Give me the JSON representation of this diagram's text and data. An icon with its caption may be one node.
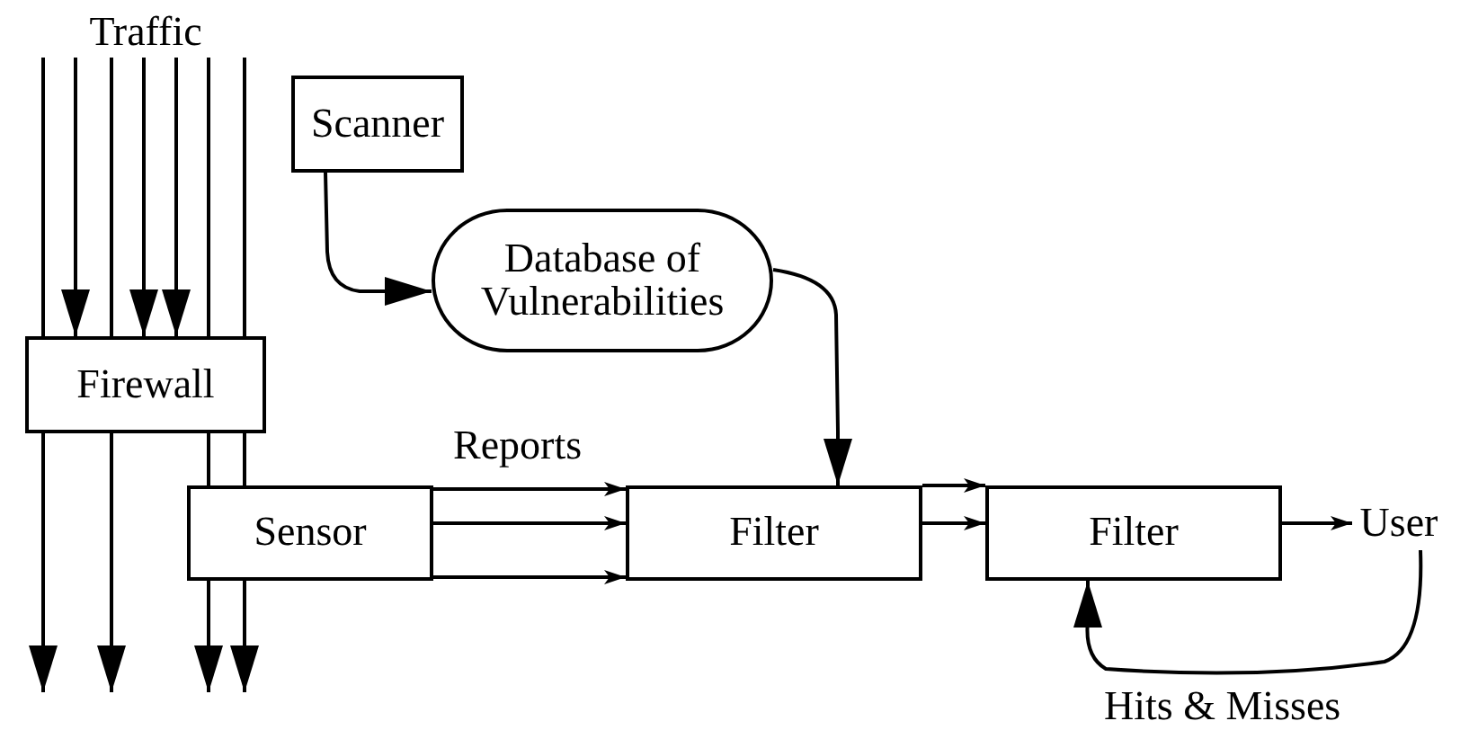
{
  "diagram": {
    "nodes": [
      {
        "text": [
          "Traffic"
        ]
      },
      {
        "text": [
          "Scanner"
        ]
      },
      {
        "text": [
          "Database of Vulnerabilities"
        ]
      },
      {
        "text": [
          "Firewall"
        ]
      },
      {
        "text": [
          "Sensor"
        ]
      },
      {
        "text": [
          "Filter"
        ]
      },
      {
        "text": [
          "Filter"
        ]
      },
      {
        "text": [
          "User"
        ]
      }
    ],
    "edges": [
      {
        "from": 0,
        "to": 3,
        "arrow": "none"
      },
      {
        "from": 0,
        "to": 3,
        "arrow": "to"
      },
      {
        "from": 0,
        "to": 3,
        "arrow": "none"
      },
      {
        "from": 0,
        "to": 3,
        "arrow": "to"
      },
      {
        "from": 0,
        "to": 3,
        "arrow": "to"
      },
      {
        "from": 0,
        "to": 3,
        "arrow": "none"
      },
      {
        "from": 0,
        "to": 3,
        "arrow": "none"
      },
      {
        "from": 3,
        "to": null,
        "arrow": "to"
      },
      {
        "from": 3,
        "to": null,
        "arrow": "to"
      },
      {
        "from": 3,
        "to": 4,
        "arrow": "none"
      },
      {
        "from": 3,
        "to": 4,
        "arrow": "none"
      },
      {
        "from": 4,
        "to": null,
        "arrow": "to"
      },
      {
        "from": 4,
        "to": null,
        "arrow": "to"
      },
      {
        "from": 1,
        "to": 2,
        "arrow": "to"
      },
      {
        "from": 2,
        "to": 5,
        "arrow": "to"
      },
      {
        "from": 4,
        "to": 5,
        "arrow": "to",
        "label": "Reports"
      },
      {
        "from": 4,
        "to": 5,
        "arrow": "to"
      },
      {
        "from": 4,
        "to": 5,
        "arrow": "to"
      },
      {
        "from": 5,
        "to": 6,
        "arrow": "to"
      },
      {
        "from": 5,
        "to": 6,
        "arrow": "to"
      },
      {
        "from": 6,
        "to": 7,
        "arrow": "to"
      },
      {
        "from": 7,
        "to": 6,
        "arrow": "to",
        "label": "Hits & Misses"
      }
    ]
  }
}
